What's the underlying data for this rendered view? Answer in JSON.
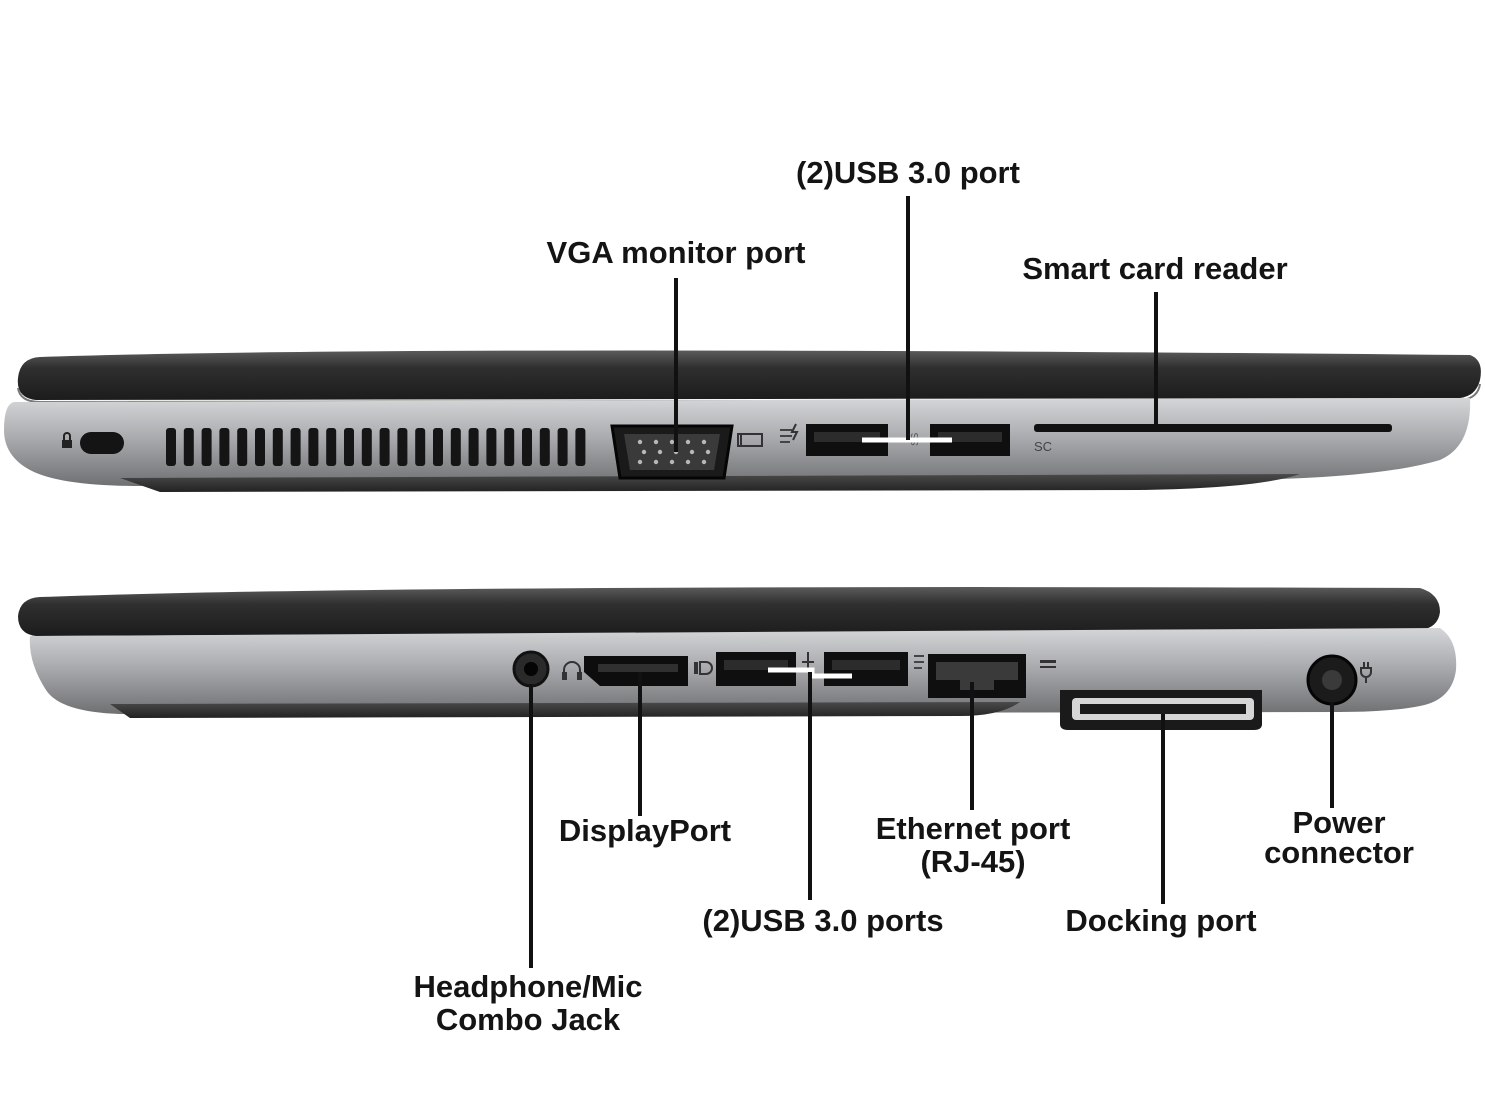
{
  "labels": {
    "usb_top": "(2)USB 3.0 port",
    "vga": "VGA monitor port",
    "smart_card": "Smart card reader",
    "displayport": "DisplayPort",
    "ethernet_line1": "Ethernet port",
    "ethernet_line2": "(RJ-45)",
    "power_line1": "Power",
    "power_line2": "connector",
    "usb_bottom": "(2)USB 3.0 ports",
    "docking": "Docking port",
    "headphone_line1": "Headphone/Mic",
    "headphone_line2": "Combo Jack"
  },
  "port_markings": {
    "smart_card": "SC",
    "usb": "SS"
  },
  "colors": {
    "lid": "#2e2e2e",
    "chassis": "#a7a9ac",
    "port": "#0f0f0f",
    "leader": "#111111"
  }
}
